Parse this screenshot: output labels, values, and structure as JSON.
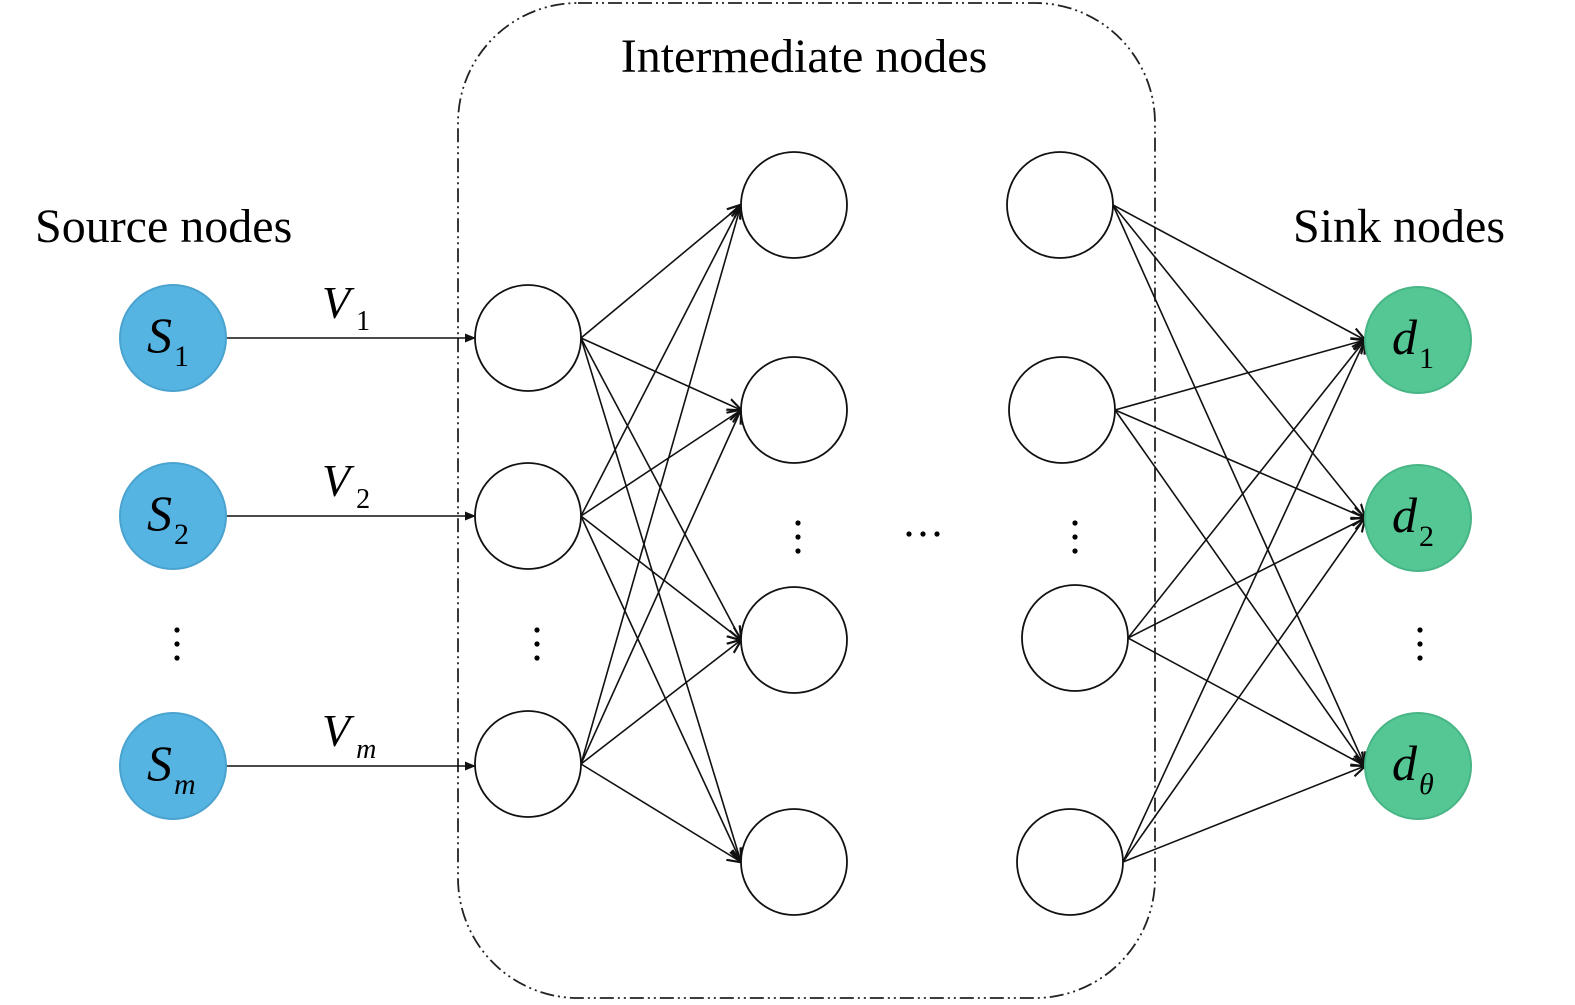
{
  "labels": {
    "source_title": "Source nodes",
    "intermediate_title": "Intermediate nodes",
    "sink_title": "Sink nodes",
    "horizontal_ellipsis": "...",
    "vertical_ellipsis": "⋮"
  },
  "colors": {
    "source_fill": "#56b4e2",
    "source_stroke": "#4aa3cf",
    "sink_fill": "#55c795",
    "sink_stroke": "#47b585",
    "intermediate_fill": "#ffffff",
    "edge": "#111111"
  },
  "sources": [
    {
      "base": "S",
      "sub": "1",
      "flow_base": "V",
      "flow_sub": "1"
    },
    {
      "base": "S",
      "sub": "2",
      "flow_base": "V",
      "flow_sub": "2"
    },
    {
      "base": "S",
      "sub": "m",
      "flow_base": "V",
      "flow_sub": "m"
    }
  ],
  "sinks": [
    {
      "base": "d",
      "sub": "1"
    },
    {
      "base": "d",
      "sub": "2"
    },
    {
      "base": "d",
      "sub": "θ"
    }
  ],
  "intermediate_layers": [
    {
      "name": "layer-1",
      "count_shown": 3
    },
    {
      "name": "layer-2",
      "count_shown": 4
    },
    {
      "name": "layer-3",
      "count_shown": 4
    }
  ],
  "connectivity": {
    "sources_to_layer1": "one-to-one",
    "layer1_to_layer2": "fully-connected",
    "layer3_to_sinks": "fully-connected"
  }
}
